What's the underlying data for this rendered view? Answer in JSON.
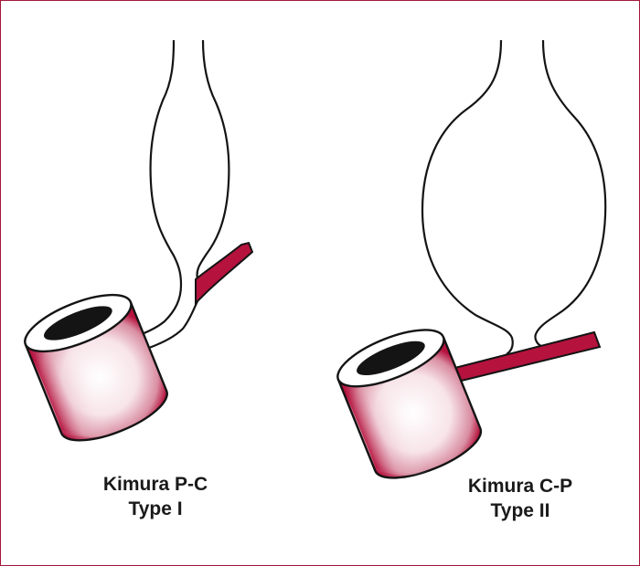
{
  "figure": {
    "accent_color": "#b5123e",
    "outline_color": "#141414",
    "panels": [
      {
        "id": "left",
        "title_line1": "Kimura P-C",
        "title_line2": "Type I"
      },
      {
        "id": "right",
        "title_line1": "Kimura C-P",
        "title_line2": "Type II"
      }
    ]
  }
}
